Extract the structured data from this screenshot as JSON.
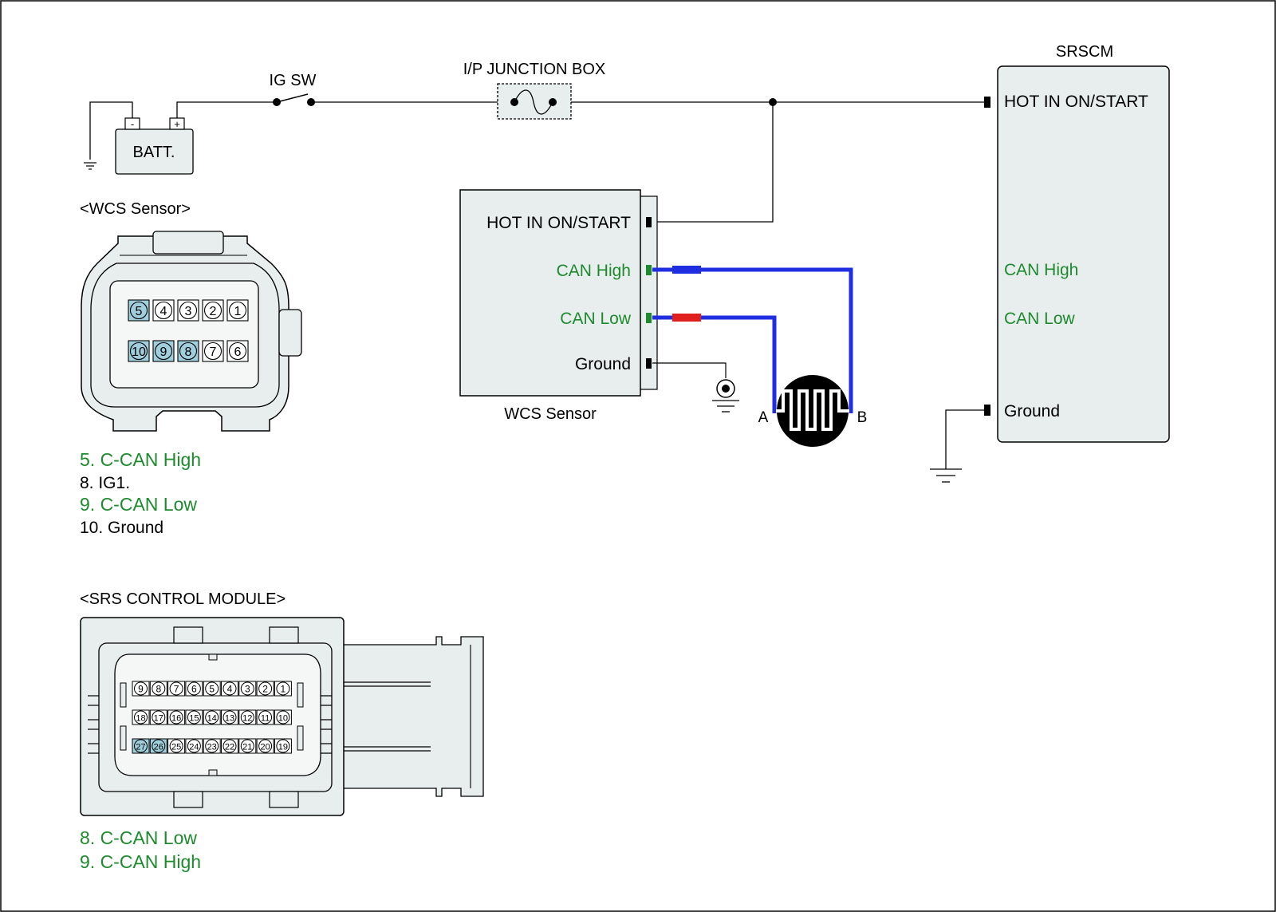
{
  "colors": {
    "green": "#1e8a2e",
    "blue": "#1f2ee0",
    "red": "#e01f1f",
    "module_fill": "#e8eeee",
    "pin_highlight": "#9fcfdc",
    "black": "#000000"
  },
  "power": {
    "ig_sw": "IG SW",
    "junction_box": "I/P JUNCTION BOX",
    "battery": "BATT.",
    "battery_neg": "-",
    "battery_pos": "+"
  },
  "srscm": {
    "title": "SRSCM",
    "hot": "HOT IN ON/START",
    "can_high": "CAN High",
    "can_low": "CAN Low",
    "ground": "Ground"
  },
  "wcs": {
    "caption": "WCS Sensor",
    "hot": "HOT IN ON/START",
    "can_high": "CAN High",
    "can_low": "CAN Low",
    "ground": "Ground"
  },
  "terminator": {
    "a": "A",
    "b": "B"
  },
  "wcs_connector": {
    "title": "<WCS Sensor>",
    "row1": [
      "5",
      "4",
      "3",
      "2",
      "1"
    ],
    "row2": [
      "10",
      "9",
      "8",
      "7",
      "6"
    ],
    "highlighted": [
      "5",
      "10",
      "9",
      "8"
    ],
    "legend": [
      {
        "text": "5. C-CAN High",
        "color": "green"
      },
      {
        "text": "8. IG1.",
        "color": "black"
      },
      {
        "text": "9. C-CAN Low",
        "color": "green"
      },
      {
        "text": "10. Ground",
        "color": "black"
      }
    ]
  },
  "srs_connector": {
    "title": "<SRS CONTROL MODULE>",
    "row1": [
      "9",
      "8",
      "7",
      "6",
      "5",
      "4",
      "3",
      "2",
      "1"
    ],
    "row2": [
      "18",
      "17",
      "16",
      "15",
      "14",
      "13",
      "12",
      "11",
      "10"
    ],
    "row3": [
      "27",
      "26",
      "25",
      "24",
      "23",
      "22",
      "21",
      "20",
      "19"
    ],
    "highlighted": [
      "27",
      "26"
    ],
    "legend": [
      {
        "text": "8. C-CAN Low",
        "color": "green"
      },
      {
        "text": "9. C-CAN High",
        "color": "green"
      }
    ]
  }
}
